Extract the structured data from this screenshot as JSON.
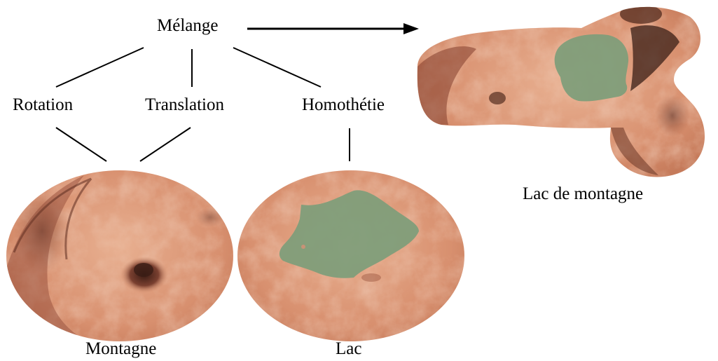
{
  "diagram": {
    "root": {
      "label": "Mélange"
    },
    "operations": [
      {
        "id": "rotation",
        "label": "Rotation"
      },
      {
        "id": "translation",
        "label": "Translation"
      },
      {
        "id": "homothetie",
        "label": "Homothétie"
      }
    ],
    "inputs": [
      {
        "id": "montagne",
        "label": "Montagne"
      },
      {
        "id": "lac",
        "label": "Lac"
      }
    ],
    "result": {
      "label": "Lac de montagne"
    }
  },
  "colors": {
    "terrain_base": "#d99677",
    "terrain_light": "#ecbfa3",
    "terrain_dark": "#6e3a2a",
    "lake": "#7d9d7a",
    "line": "#000000"
  }
}
